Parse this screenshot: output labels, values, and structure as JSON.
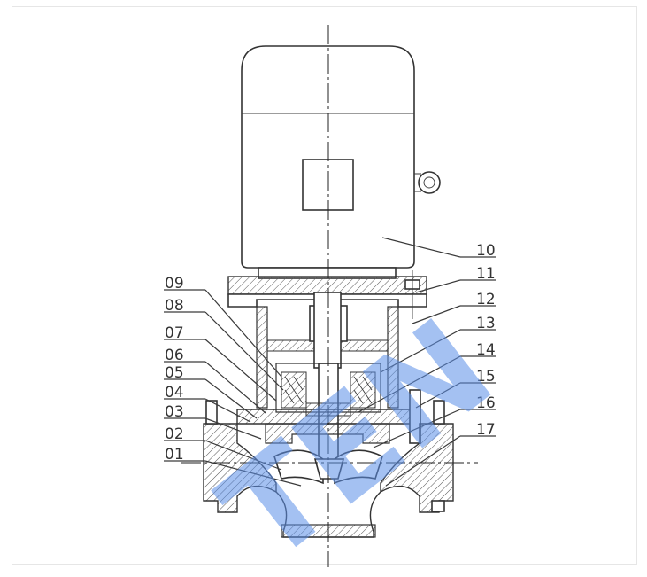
{
  "diagram": {
    "part_labels": [
      "09",
      "08",
      "07",
      "06",
      "05",
      "04",
      "03",
      "02",
      "01",
      "10",
      "11",
      "12",
      "13",
      "14",
      "15",
      "16",
      "17"
    ]
  },
  "watermark": {
    "text": "TEN",
    "color": "#5b8fe8"
  }
}
